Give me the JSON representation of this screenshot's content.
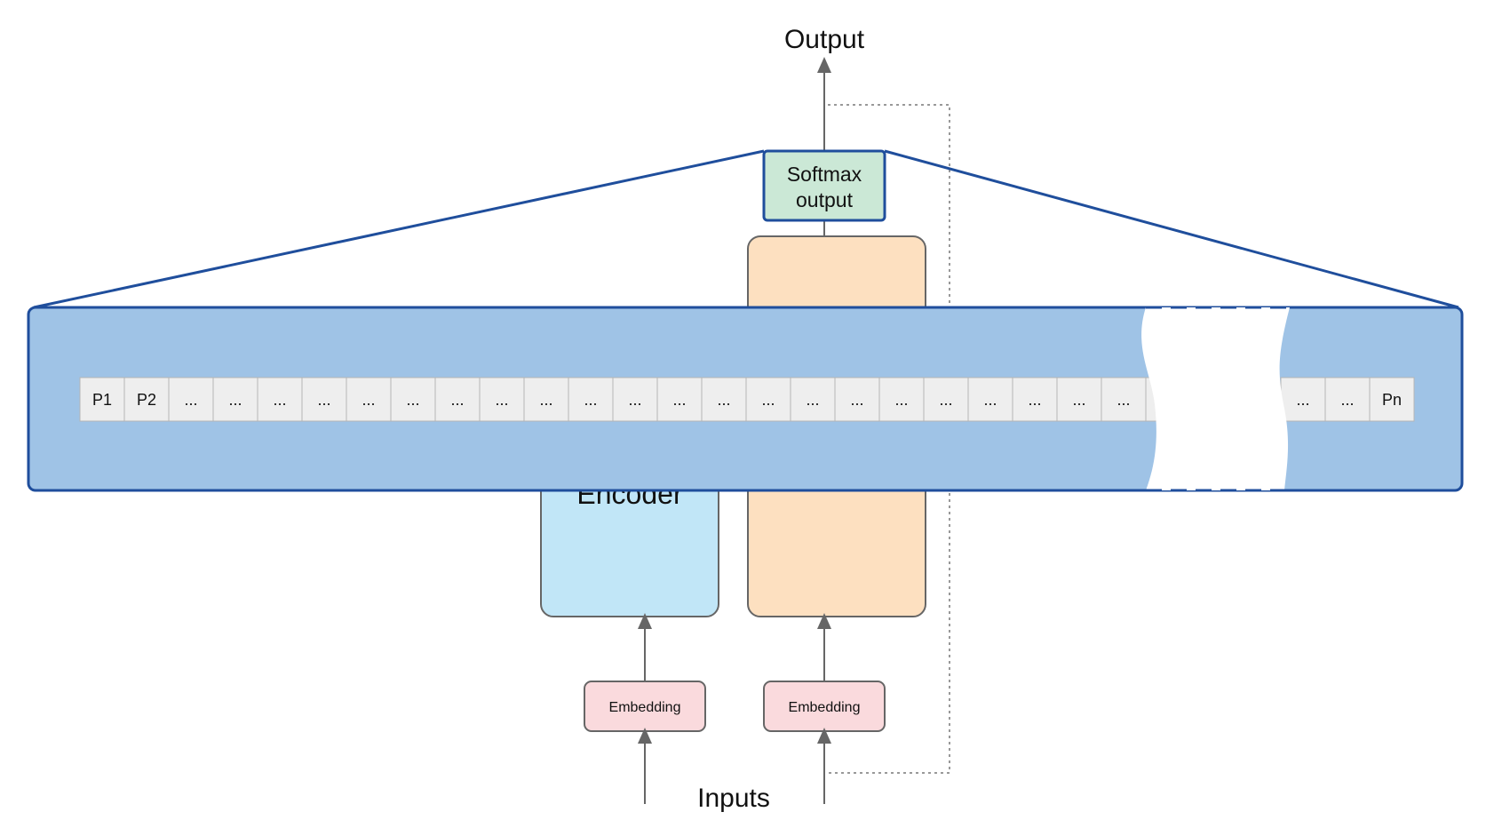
{
  "labels": {
    "output": "Output",
    "inputs": "Inputs",
    "softmax_line1": "Softmax",
    "softmax_line2": "output",
    "encoder": "Encoder",
    "embedding_left": "Embedding",
    "embedding_right": "Embedding"
  },
  "probability_cells": [
    "P1",
    "P2",
    "...",
    "...",
    "...",
    "...",
    "...",
    "...",
    "...",
    "...",
    "...",
    "...",
    "...",
    "...",
    "...",
    "...",
    "...",
    "...",
    "...",
    "...",
    "...",
    "...",
    "...",
    "...",
    "...",
    "...",
    "...",
    "Pn"
  ],
  "colors": {
    "accent_blue": "#1f4e9c",
    "band_fill": "#9fc3e6",
    "encoder_fill": "#c1e6f7",
    "decoder_fill": "#fde0c0",
    "softmax_fill": "#cbe8d6",
    "embedding_fill": "#fadadd",
    "cell_fill": "#eeeeee"
  },
  "icons": [
    "arrow-up-icon",
    "dotted-loop-line"
  ]
}
